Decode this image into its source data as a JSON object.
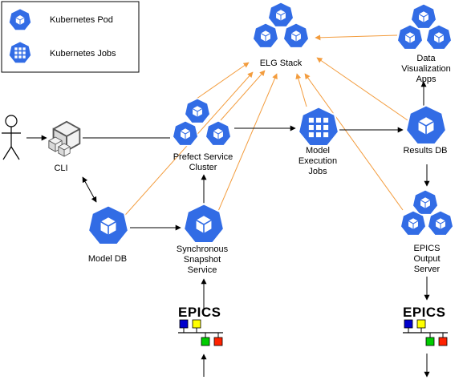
{
  "legend": {
    "pod_label": "Kubernetes Pod",
    "jobs_label": "Kubernetes Jobs"
  },
  "nodes": {
    "elg_stack": "ELG Stack",
    "data_viz": [
      "Data",
      "Visualization",
      "Apps"
    ],
    "cli": "CLI",
    "prefect": [
      "Prefect Service",
      "Cluster"
    ],
    "model_execution": [
      "Model",
      "Execution",
      "Jobs"
    ],
    "results_db": "Results DB",
    "model_db": "Model DB",
    "snapshot": [
      "Synchronous",
      "Snapshot",
      "Service"
    ],
    "epics_output": [
      "EPICS",
      "Output",
      "Server"
    ]
  },
  "epics_logo_text": "EPICS",
  "colors": {
    "k8s_blue": "#326CE5",
    "arrow_black": "#000000",
    "arrow_orange": "#F39C3D",
    "epics_blue": "#0000CC",
    "epics_yellow": "#FFFF00",
    "epics_green": "#00CC00",
    "epics_red": "#FF2200"
  },
  "icons": {
    "pod": "kubernetes-pod-icon",
    "jobs": "kubernetes-jobs-icon",
    "cli": "cli-cubes-icon",
    "user": "stick-figure-user-icon",
    "epics": "epics-logo"
  }
}
